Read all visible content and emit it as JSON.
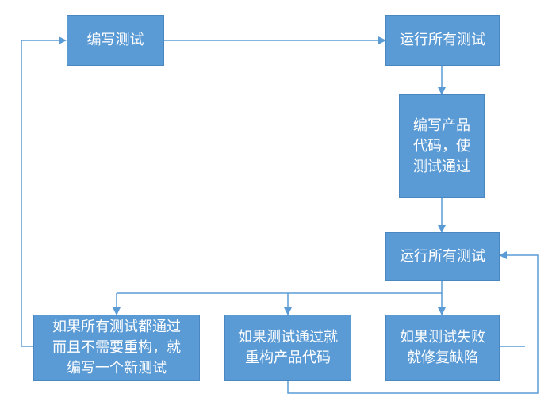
{
  "diagram": {
    "nodes": {
      "write_test": "编写测试",
      "run_all_tests_1": "运行所有测试",
      "write_code": "编写产品\n代码，使\n测试通过",
      "run_all_tests_2": "运行所有测试",
      "all_pass": "如果所有测试都通过\n而且不需要重构，就\n编写一个新测试",
      "pass_refactor": "如果测试通过就\n重构产品代码",
      "fail_fix": "如果测试失败\n就修复缺陷"
    },
    "colors": {
      "node_fill": "#5b9bd5",
      "node_text": "#ffffff",
      "edge": "#5b9bd5"
    }
  }
}
